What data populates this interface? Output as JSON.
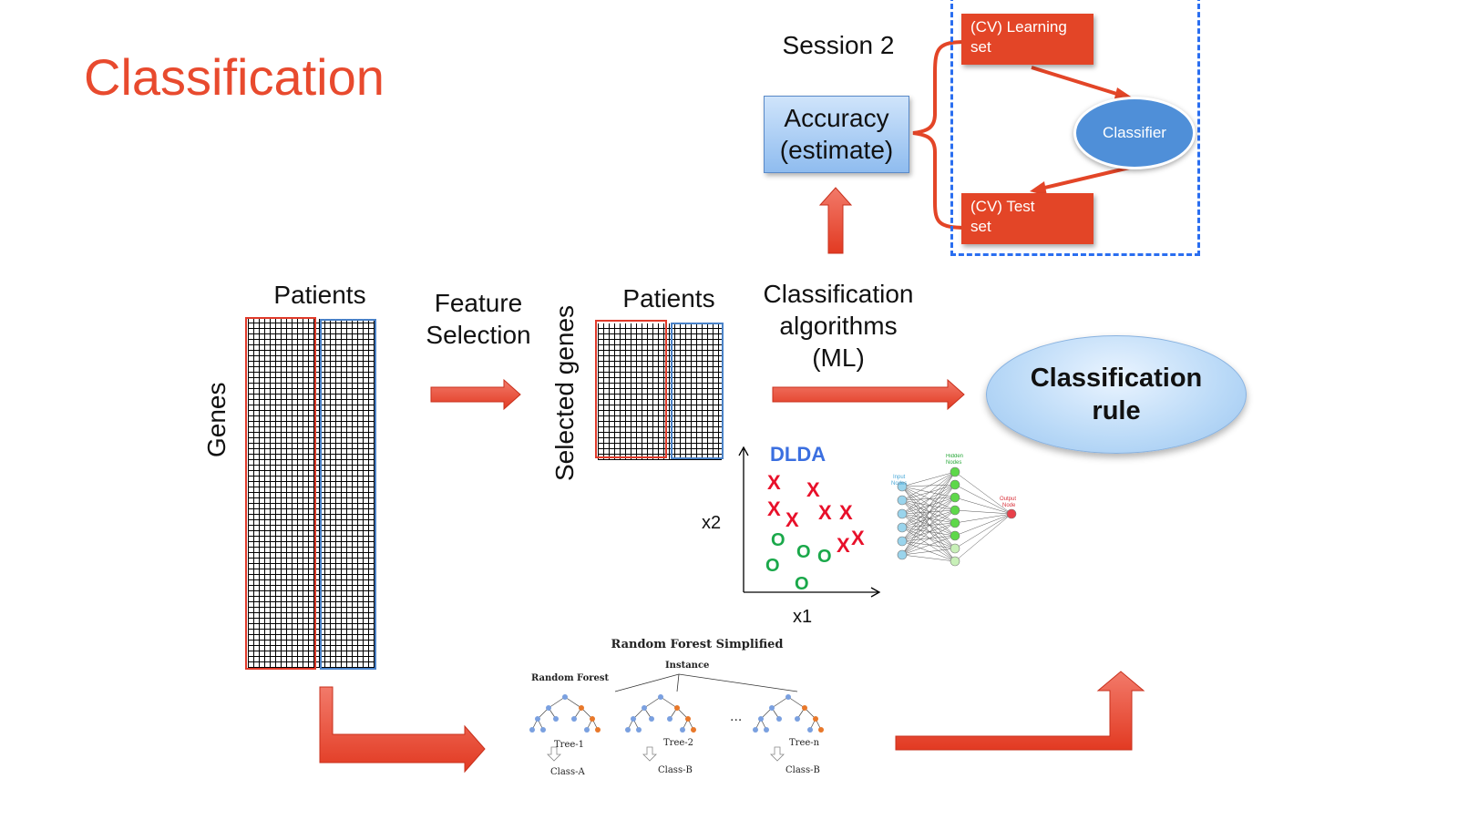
{
  "slide": {
    "title": "Classification"
  },
  "labels": {
    "patients_left": "Patients",
    "genes": "Genes",
    "feature_selection_line1": "Feature",
    "feature_selection_line2": "Selection",
    "patients_right": "Patients",
    "selected_genes": "Selected genes",
    "algorithms_line1": "Classification",
    "algorithms_line2": "algorithms",
    "algorithms_line3": "(ML)",
    "rule_line1": "Classification",
    "rule_line2": "rule"
  },
  "session": {
    "title": "Session 2",
    "accuracy_line1": "Accuracy",
    "accuracy_line2": "(estimate)",
    "learning_line1": "(CV) Learning",
    "learning_line2": "set",
    "test_line1": "(CV) Test",
    "test_line2": "set",
    "classifier": "Classifier"
  },
  "dlda": {
    "title": "DLDA",
    "x_axis": "x1",
    "y_axis": "x2",
    "x_marker": "X",
    "o_marker": "O"
  },
  "neural_net": {
    "input_label_1": "Input",
    "input_label_2": "Nodes",
    "hidden_label_1": "Hidden",
    "hidden_label_2": "Nodes",
    "output_label_1": "Output",
    "output_label_2": "Node"
  },
  "random_forest": {
    "title": "Random Forest Simplified",
    "instance": "Instance",
    "forest_label": "Random Forest",
    "ellipsis": "...",
    "trees": [
      {
        "name": "Tree-1",
        "class": "Class-A"
      },
      {
        "name": "Tree-2",
        "class": "Class-B"
      },
      {
        "name": "Tree-n",
        "class": "Class-B"
      }
    ]
  },
  "colors": {
    "accent_red": "#e84a2e",
    "blue_box": "#4a82c8",
    "dashed_frame": "#2a6ef0",
    "x_marker": "#e8102a",
    "o_marker": "#1aa84a"
  }
}
